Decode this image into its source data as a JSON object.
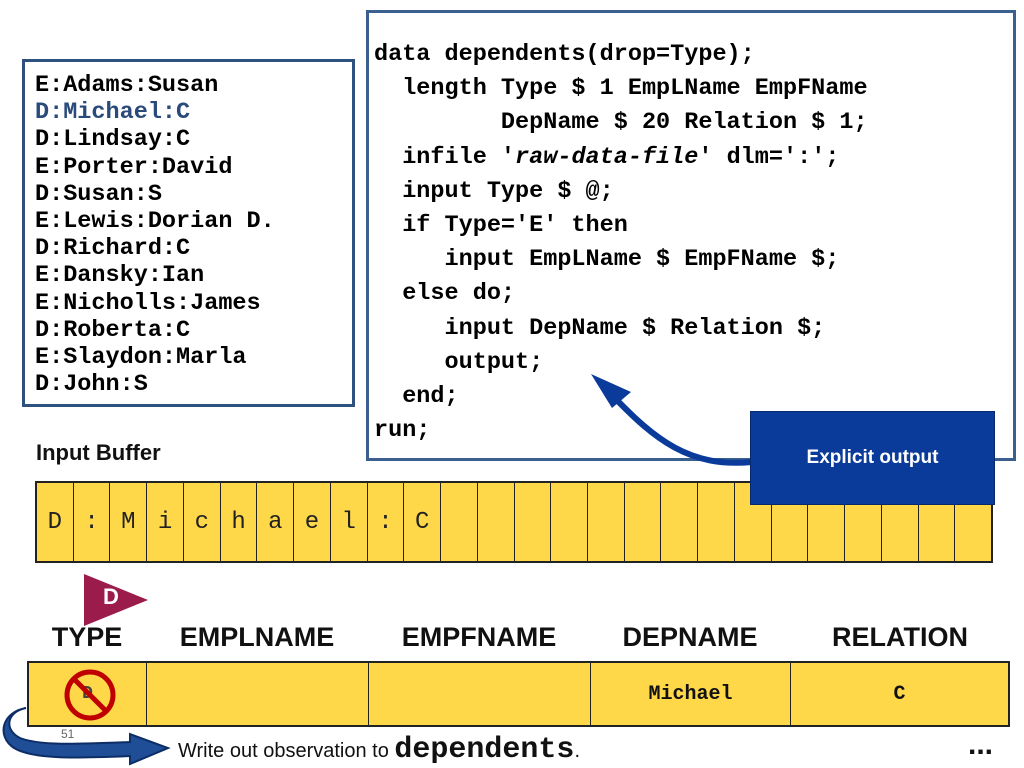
{
  "raw_data": {
    "lines": [
      "E:Adams:Susan",
      "D:Michael:C",
      "D:Lindsay:C",
      "E:Porter:David",
      "D:Susan:S",
      "E:Lewis:Dorian D.",
      "D:Richard:C",
      "E:Dansky:Ian",
      "E:Nicholls:James",
      "D:Roberta:C",
      "E:Slaydon:Marla",
      "D:John:S"
    ],
    "highlight_color": "#2a4a7a"
  },
  "code": {
    "l1": "data dependents(drop=Type);",
    "l2": "  length Type $ 1 EmpLName EmpFName",
    "l3": "         DepName $ 20 Relation $ 1;",
    "l4_pre": "  infile '",
    "l4_it": "raw-data-file",
    "l4_post": "' dlm=':';",
    "l5": "  input Type $ @;",
    "l6": "  if Type='E' then",
    "l7": "     input EmpLName $ EmpFName $;",
    "l8": "  else do;",
    "l9": "     input DepName $ Relation $;",
    "l10": "     output;",
    "l11": "  end;",
    "l12": "run;"
  },
  "callout": {
    "text": "Explicit output",
    "color": "#0a3a9a"
  },
  "input_buffer": {
    "title": "Input Buffer",
    "cells": [
      "D",
      ":",
      "M",
      "i",
      "c",
      "h",
      "a",
      "e",
      "l",
      ":",
      "C",
      "",
      "",
      "",
      "",
      "",
      "",
      "",
      "",
      "",
      "",
      "",
      "",
      "",
      "",
      ""
    ]
  },
  "pointer": {
    "label": "D",
    "color": "#9b1b4a"
  },
  "pdv": {
    "headers": {
      "type": "TYPE",
      "emplname": "EMPLNAME",
      "empfname": "EMPFNAME",
      "depname": "DEPNAME",
      "relation": "RELATION"
    },
    "values": {
      "type": "D",
      "emplname": "",
      "empfname": "",
      "depname": "Michael",
      "relation": "C"
    }
  },
  "slide_number": "51",
  "footer": {
    "pre": "Write out observation to ",
    "dataset": "dependents",
    "post": "."
  },
  "ellipsis": "...",
  "colors": {
    "buffer_fill": "#ffd84a",
    "box_border": "#2e5180",
    "arrow": "#0a3a9a",
    "no_sign": "#c00000"
  }
}
